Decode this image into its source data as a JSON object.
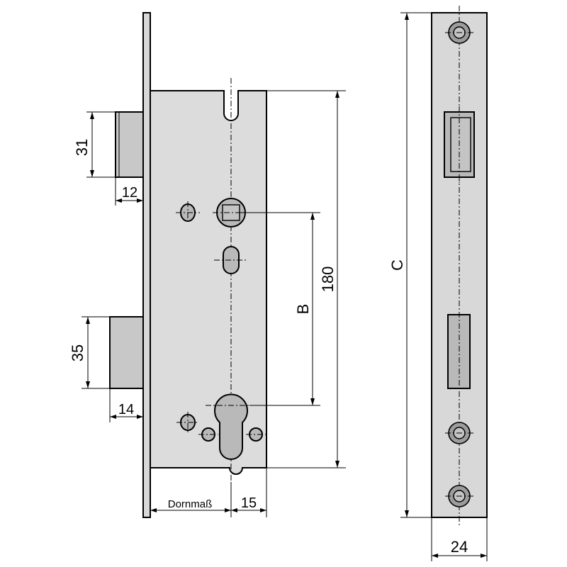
{
  "dimensions": {
    "latch_height": "31",
    "latch_projection": "12",
    "bolt_height": "35",
    "bolt_projection": "14",
    "lock_body_height": "180",
    "distance_b": "B",
    "faceplate_length": "C",
    "backset": "Dornmaß",
    "backset_offset": "15",
    "faceplate_width": "24"
  },
  "colors": {
    "metal": "#dcdcdc",
    "line": "#000000",
    "background": "#ffffff"
  }
}
